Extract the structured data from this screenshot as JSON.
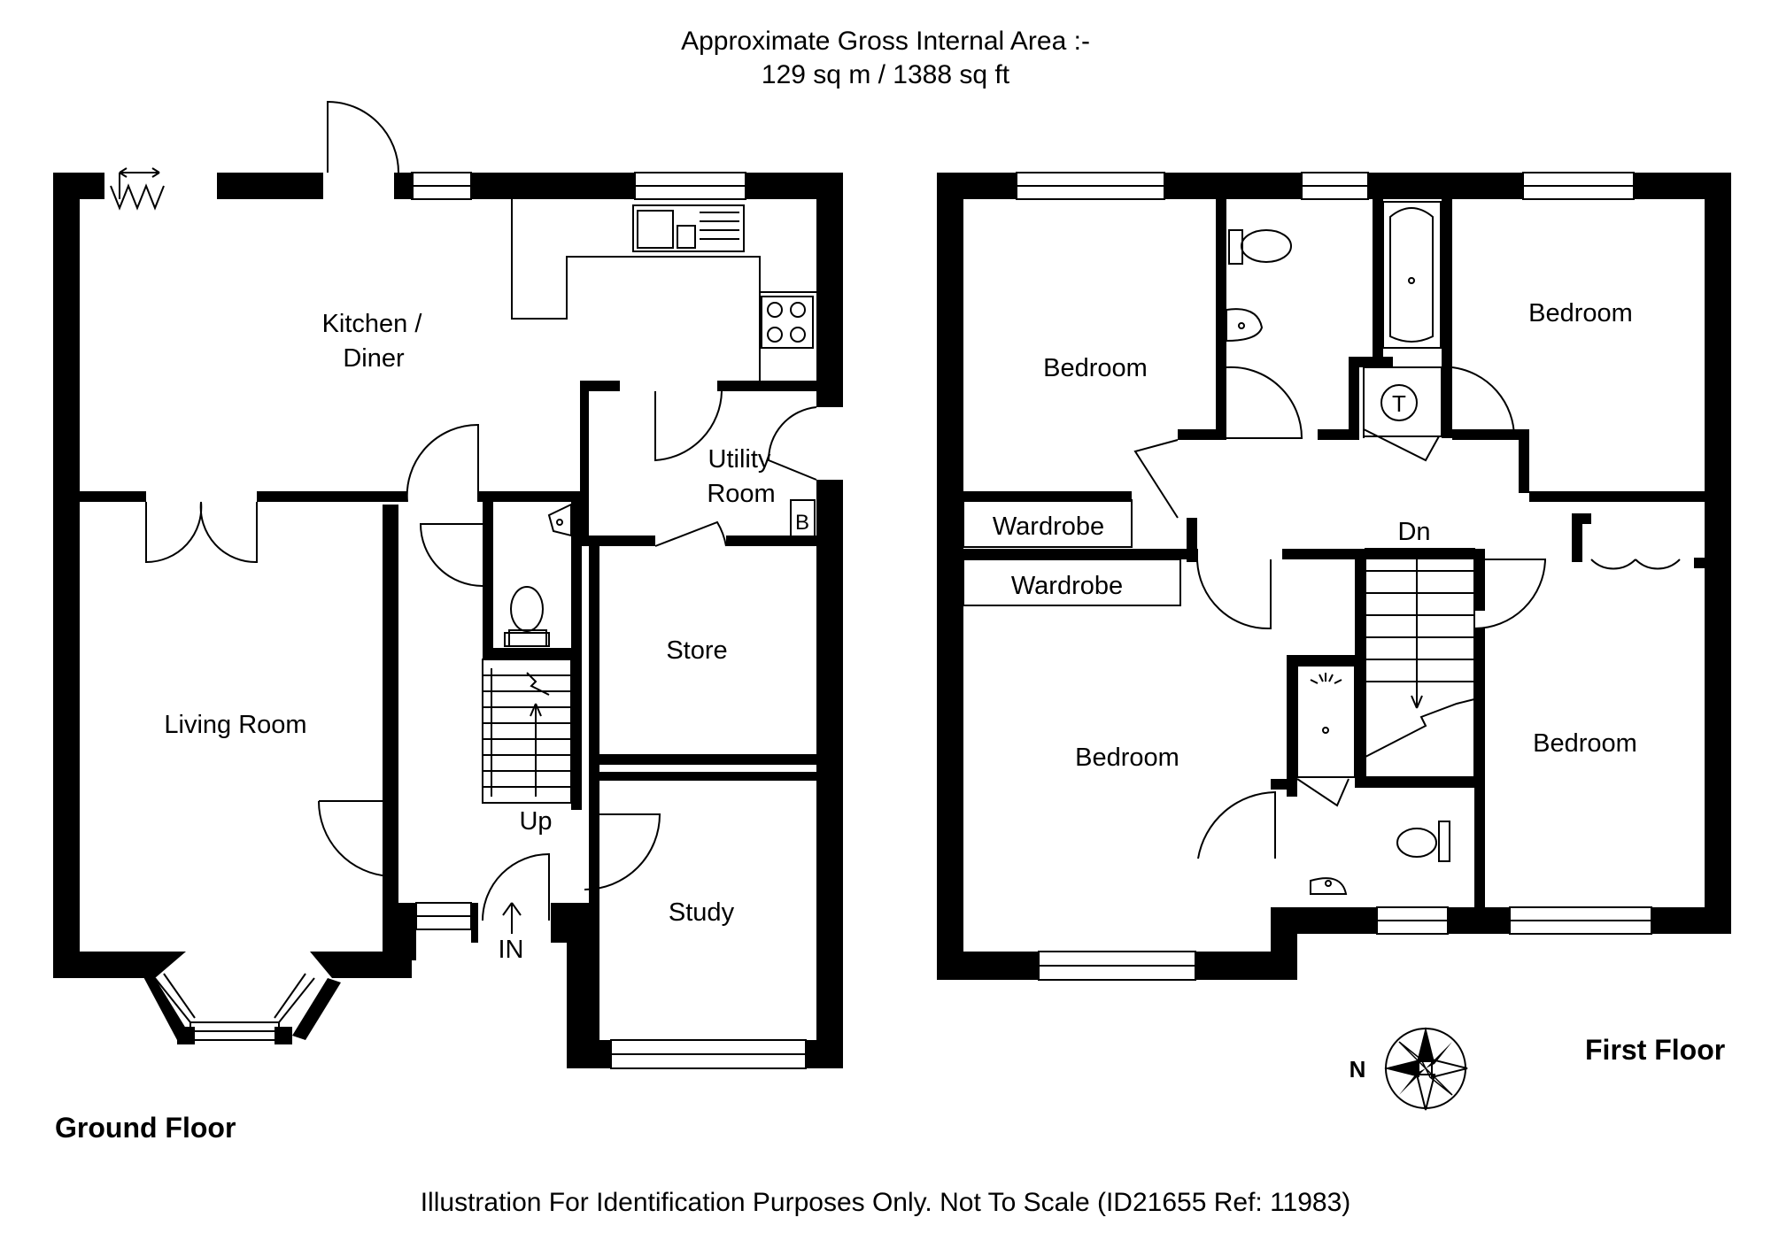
{
  "header": {
    "area_line1": "Approximate Gross Internal Area :-",
    "area_line2": "129 sq m / 1388 sq ft"
  },
  "ground_floor": {
    "title": "Ground Floor",
    "rooms": {
      "kitchen_line1": "Kitchen /",
      "kitchen_line2": "Diner",
      "utility_line1": "Utility",
      "utility_line2": "Room",
      "boiler": "B",
      "store": "Store",
      "living_room": "Living Room",
      "study": "Study"
    },
    "stairs_label": "Up",
    "entrance_label": "IN"
  },
  "first_floor": {
    "title": "First Floor",
    "rooms": {
      "bedroom_nw": "Bedroom",
      "bedroom_ne": "Bedroom",
      "bedroom_sw": "Bedroom",
      "bedroom_se": "Bedroom",
      "wardrobe_1": "Wardrobe",
      "wardrobe_2": "Wardrobe",
      "tank": "T"
    },
    "stairs_label": "Dn"
  },
  "compass": {
    "label": "N"
  },
  "footer": {
    "disclaimer": "Illustration For Identification Purposes Only. Not To Scale (ID21655 Ref: 11983)"
  }
}
